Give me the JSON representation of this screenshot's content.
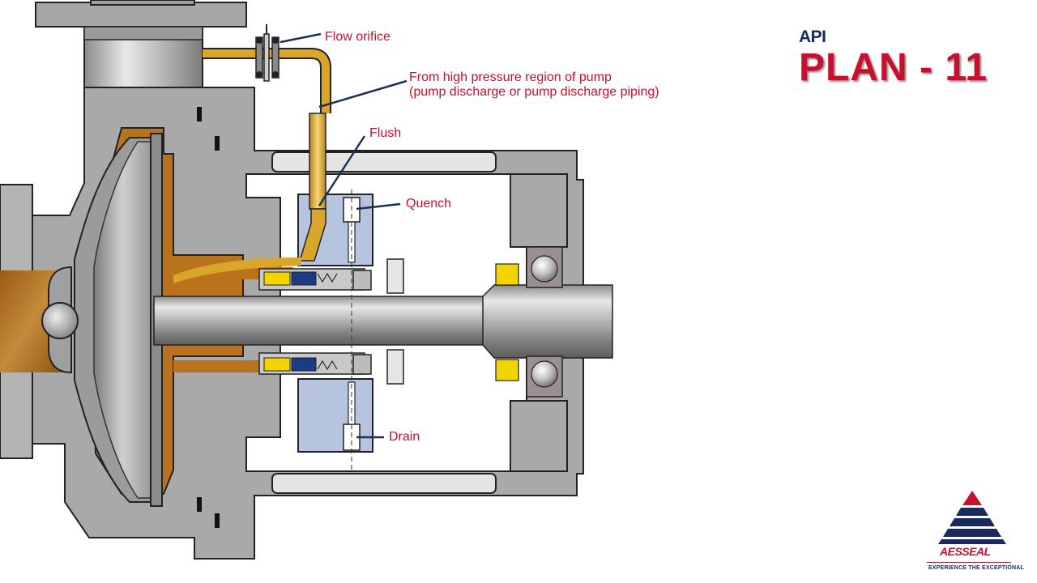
{
  "title": {
    "prefix": "API",
    "main": "PLAN - 11"
  },
  "labels": {
    "flow_orifice": "Flow orifice",
    "high_pressure_line1": "From high pressure region of pump",
    "high_pressure_line2": "(pump discharge or pump discharge piping)",
    "flush": "Flush",
    "quench": "Quench",
    "drain": "Drain"
  },
  "logo": {
    "brand": "AESSEAL",
    "tagline": "EXPERIENCE THE EXCEPTIONAL"
  },
  "colors": {
    "label_red": "#c8102e",
    "title_navy": "#1a2a5e",
    "leader_navy": "#1b2f5a",
    "fluid_amber": "#b8731c",
    "flush_gold": "#d9a62b",
    "gland_blue": "#b7c4df",
    "casing_grey": "#a9a9a9"
  }
}
